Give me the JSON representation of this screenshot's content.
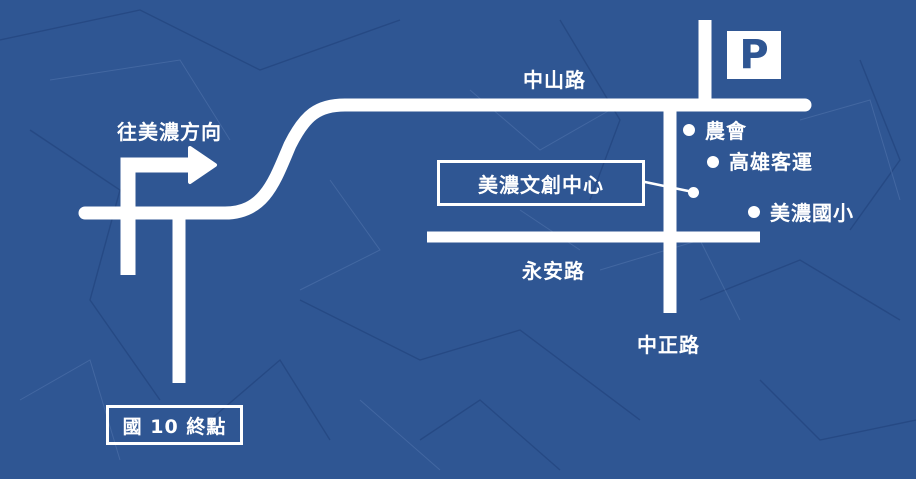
{
  "colors": {
    "background": "#2f5693",
    "foreground": "#ffffff"
  },
  "icons": {
    "parking": "parking-sign-icon",
    "arrow": "turn-right-arrow-icon"
  },
  "parking_label": "P",
  "roads": {
    "zhongshan": "中山路",
    "yongan": "永安路",
    "zhongzheng": "中正路"
  },
  "direction_label": "往美濃方向",
  "origin_label": "國 10 終點",
  "destination_label": "美濃文創中心",
  "landmarks": [
    {
      "label": "農會"
    },
    {
      "label": "高雄客運"
    },
    {
      "label": "美濃國小"
    }
  ]
}
